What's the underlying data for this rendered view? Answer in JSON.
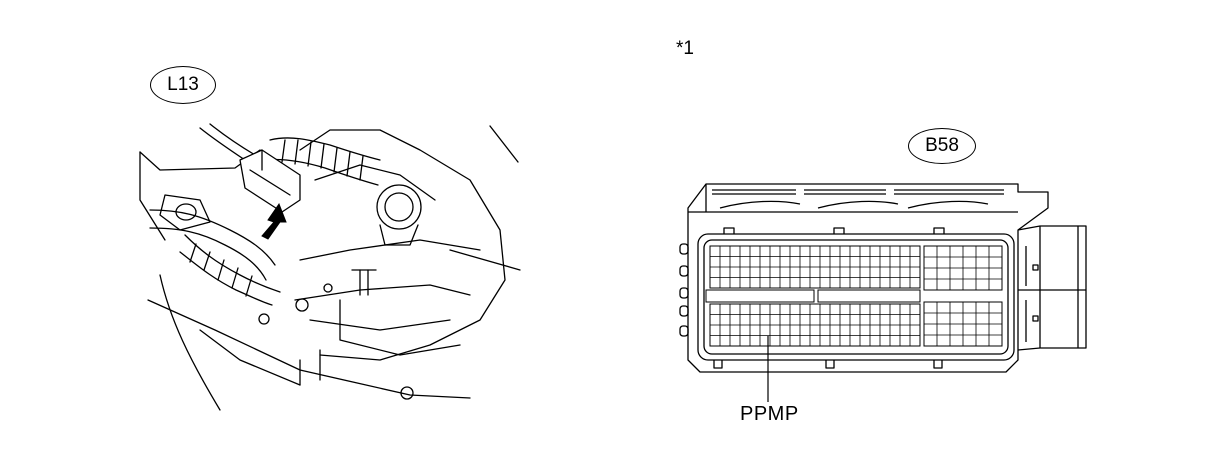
{
  "left_figure": {
    "connector_code": "L13"
  },
  "right_figure": {
    "footnote_mark": "*1",
    "connector_code": "B58",
    "terminal_label": "PPMP"
  }
}
